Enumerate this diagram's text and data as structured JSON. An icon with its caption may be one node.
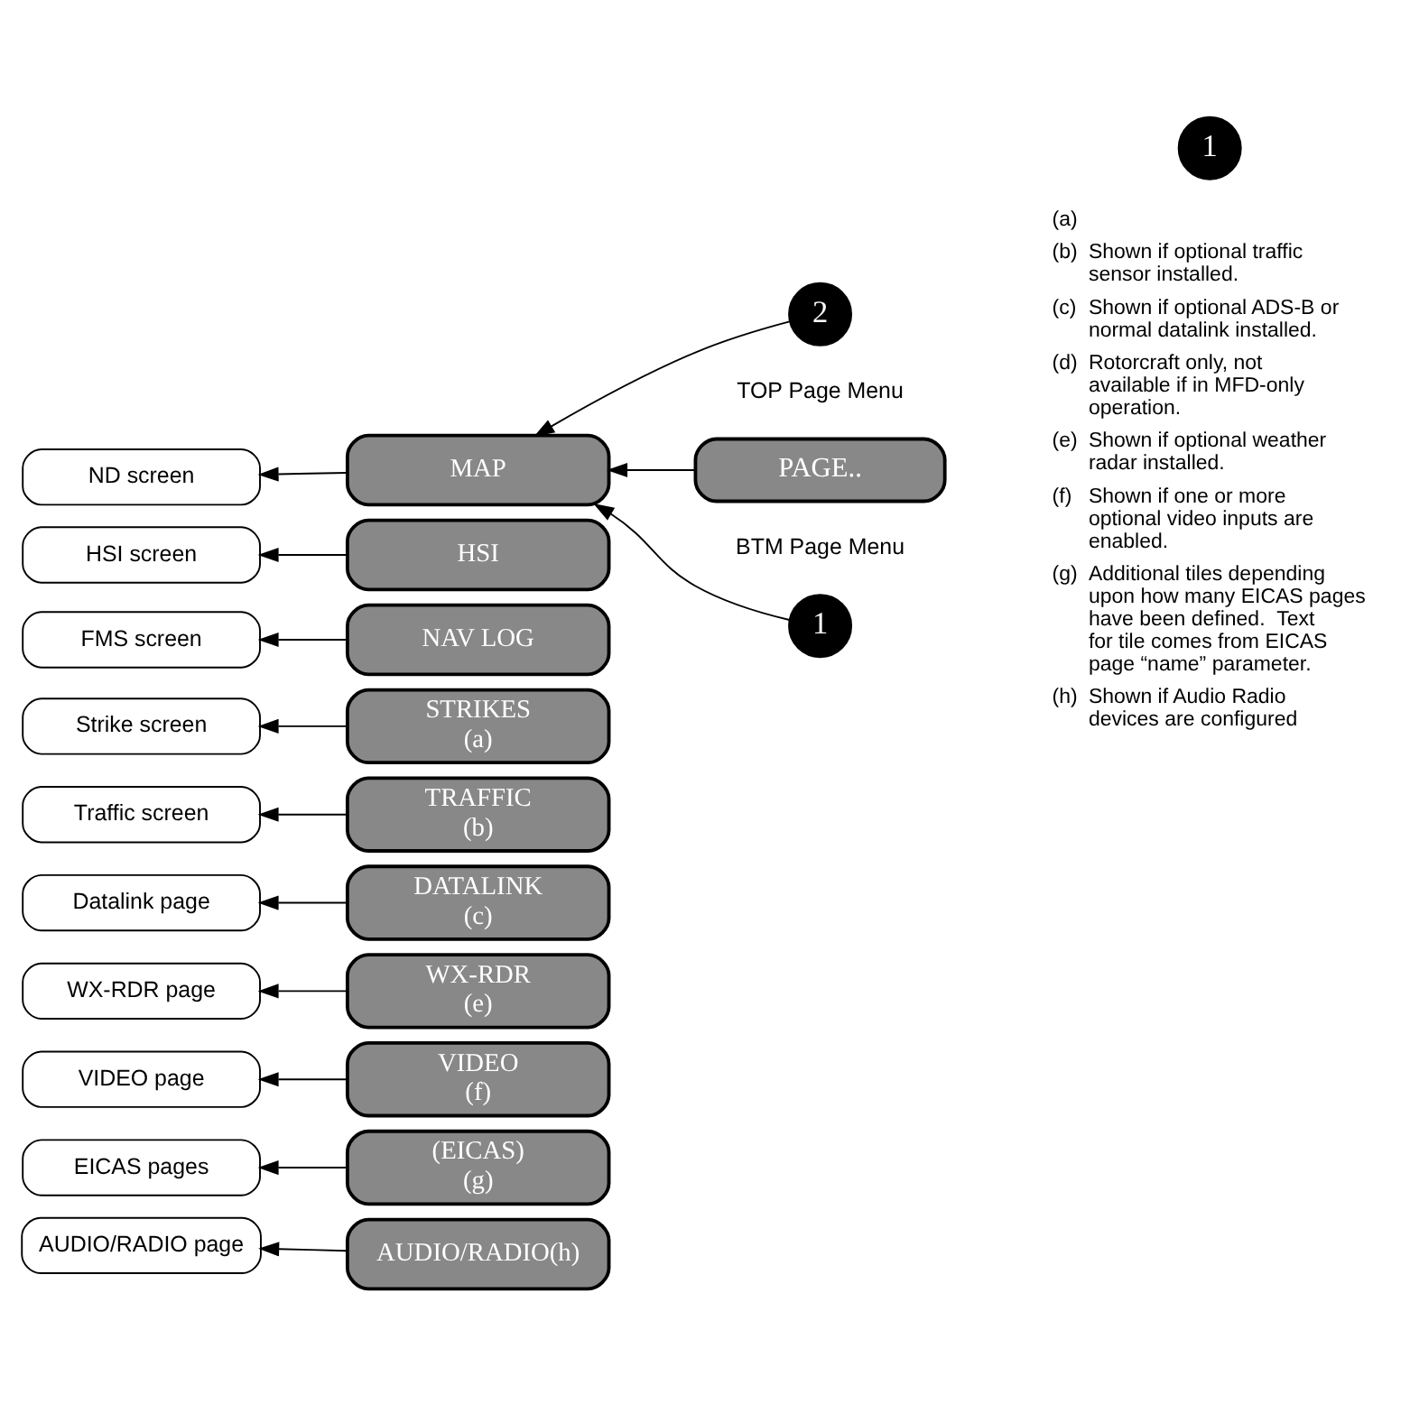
{
  "diagram": {
    "nodes": [
      {
        "text": [
          "2"
        ]
      },
      {
        "text": [
          "PAGE.."
        ]
      },
      {
        "text": [
          "1"
        ]
      },
      {
        "text": [
          "ND screen"
        ]
      },
      {
        "text": [
          "MAP"
        ]
      },
      {
        "text": [
          "HSI screen"
        ]
      },
      {
        "text": [
          "HSI"
        ]
      },
      {
        "text": [
          "FMS screen"
        ]
      },
      {
        "text": [
          "NAV LOG"
        ]
      },
      {
        "text": [
          "Strike screen"
        ]
      },
      {
        "text": [
          "STRIKES",
          "(a)"
        ]
      },
      {
        "text": [
          "Traffic screen"
        ]
      },
      {
        "text": [
          "TRAFFIC",
          "(b)"
        ]
      },
      {
        "text": [
          "Datalink page"
        ]
      },
      {
        "text": [
          "DATALINK",
          "(c)"
        ]
      },
      {
        "text": [
          "WX-RDR",
          "(e)"
        ]
      },
      {
        "text": [
          "WX-RDR page"
        ]
      },
      {
        "text": [
          "VIDEO",
          "(f)"
        ]
      },
      {
        "text": [
          "VIDEO page"
        ]
      },
      {
        "text": [
          "(EICAS)",
          "(g)"
        ]
      },
      {
        "text": [
          "1"
        ]
      },
      {
        "text": [
          "EICAS pages"
        ]
      },
      {
        "text": [
          "AUDIO/RADIO(h)"
        ]
      },
      {
        "text": [
          "AUDIO/RADIO page"
        ]
      }
    ],
    "edges": [
      {
        "from": 0,
        "to": 4,
        "arrow": "to"
      },
      {
        "from": 1,
        "to": 4,
        "arrow": "to"
      },
      {
        "from": 2,
        "to": 4,
        "arrow": "to"
      },
      {
        "from": 4,
        "to": 3,
        "arrow": "to"
      },
      {
        "from": 6,
        "to": 5,
        "arrow": "to"
      },
      {
        "from": 8,
        "to": 7,
        "arrow": "to"
      },
      {
        "from": 10,
        "to": 9,
        "arrow": "to"
      },
      {
        "from": 12,
        "to": 11,
        "arrow": "to"
      },
      {
        "from": 14,
        "to": 13,
        "arrow": "to"
      },
      {
        "from": 15,
        "to": 16,
        "arrow": "to"
      },
      {
        "from": 17,
        "to": 18,
        "arrow": "to"
      },
      {
        "from": 19,
        "to": 21,
        "arrow": "to"
      },
      {
        "from": 22,
        "to": 23,
        "arrow": "to"
      }
    ],
    "labels": [
      "TOP Page Menu",
      "BTM Page Menu",
      "(a)",
      "(b)",
      "Shown if optional traffic sensor installed.",
      "(c)",
      "Shown if optional ADS-B or normal datalink installed.",
      "(d)",
      "Rotorcraft only, not available if in MFD-only operation.",
      "(e)",
      "Shown if optional weather radar installed.",
      "(f)",
      "Shown if one or more optional video inputs are enabled.",
      "(g)",
      "Additional tiles depending upon how many EICAS pages have been defined.  Text for tile comes from EICAS page “name” parameter.",
      "(h)",
      "Shown if Audio Radio devices are configured"
    ]
  }
}
